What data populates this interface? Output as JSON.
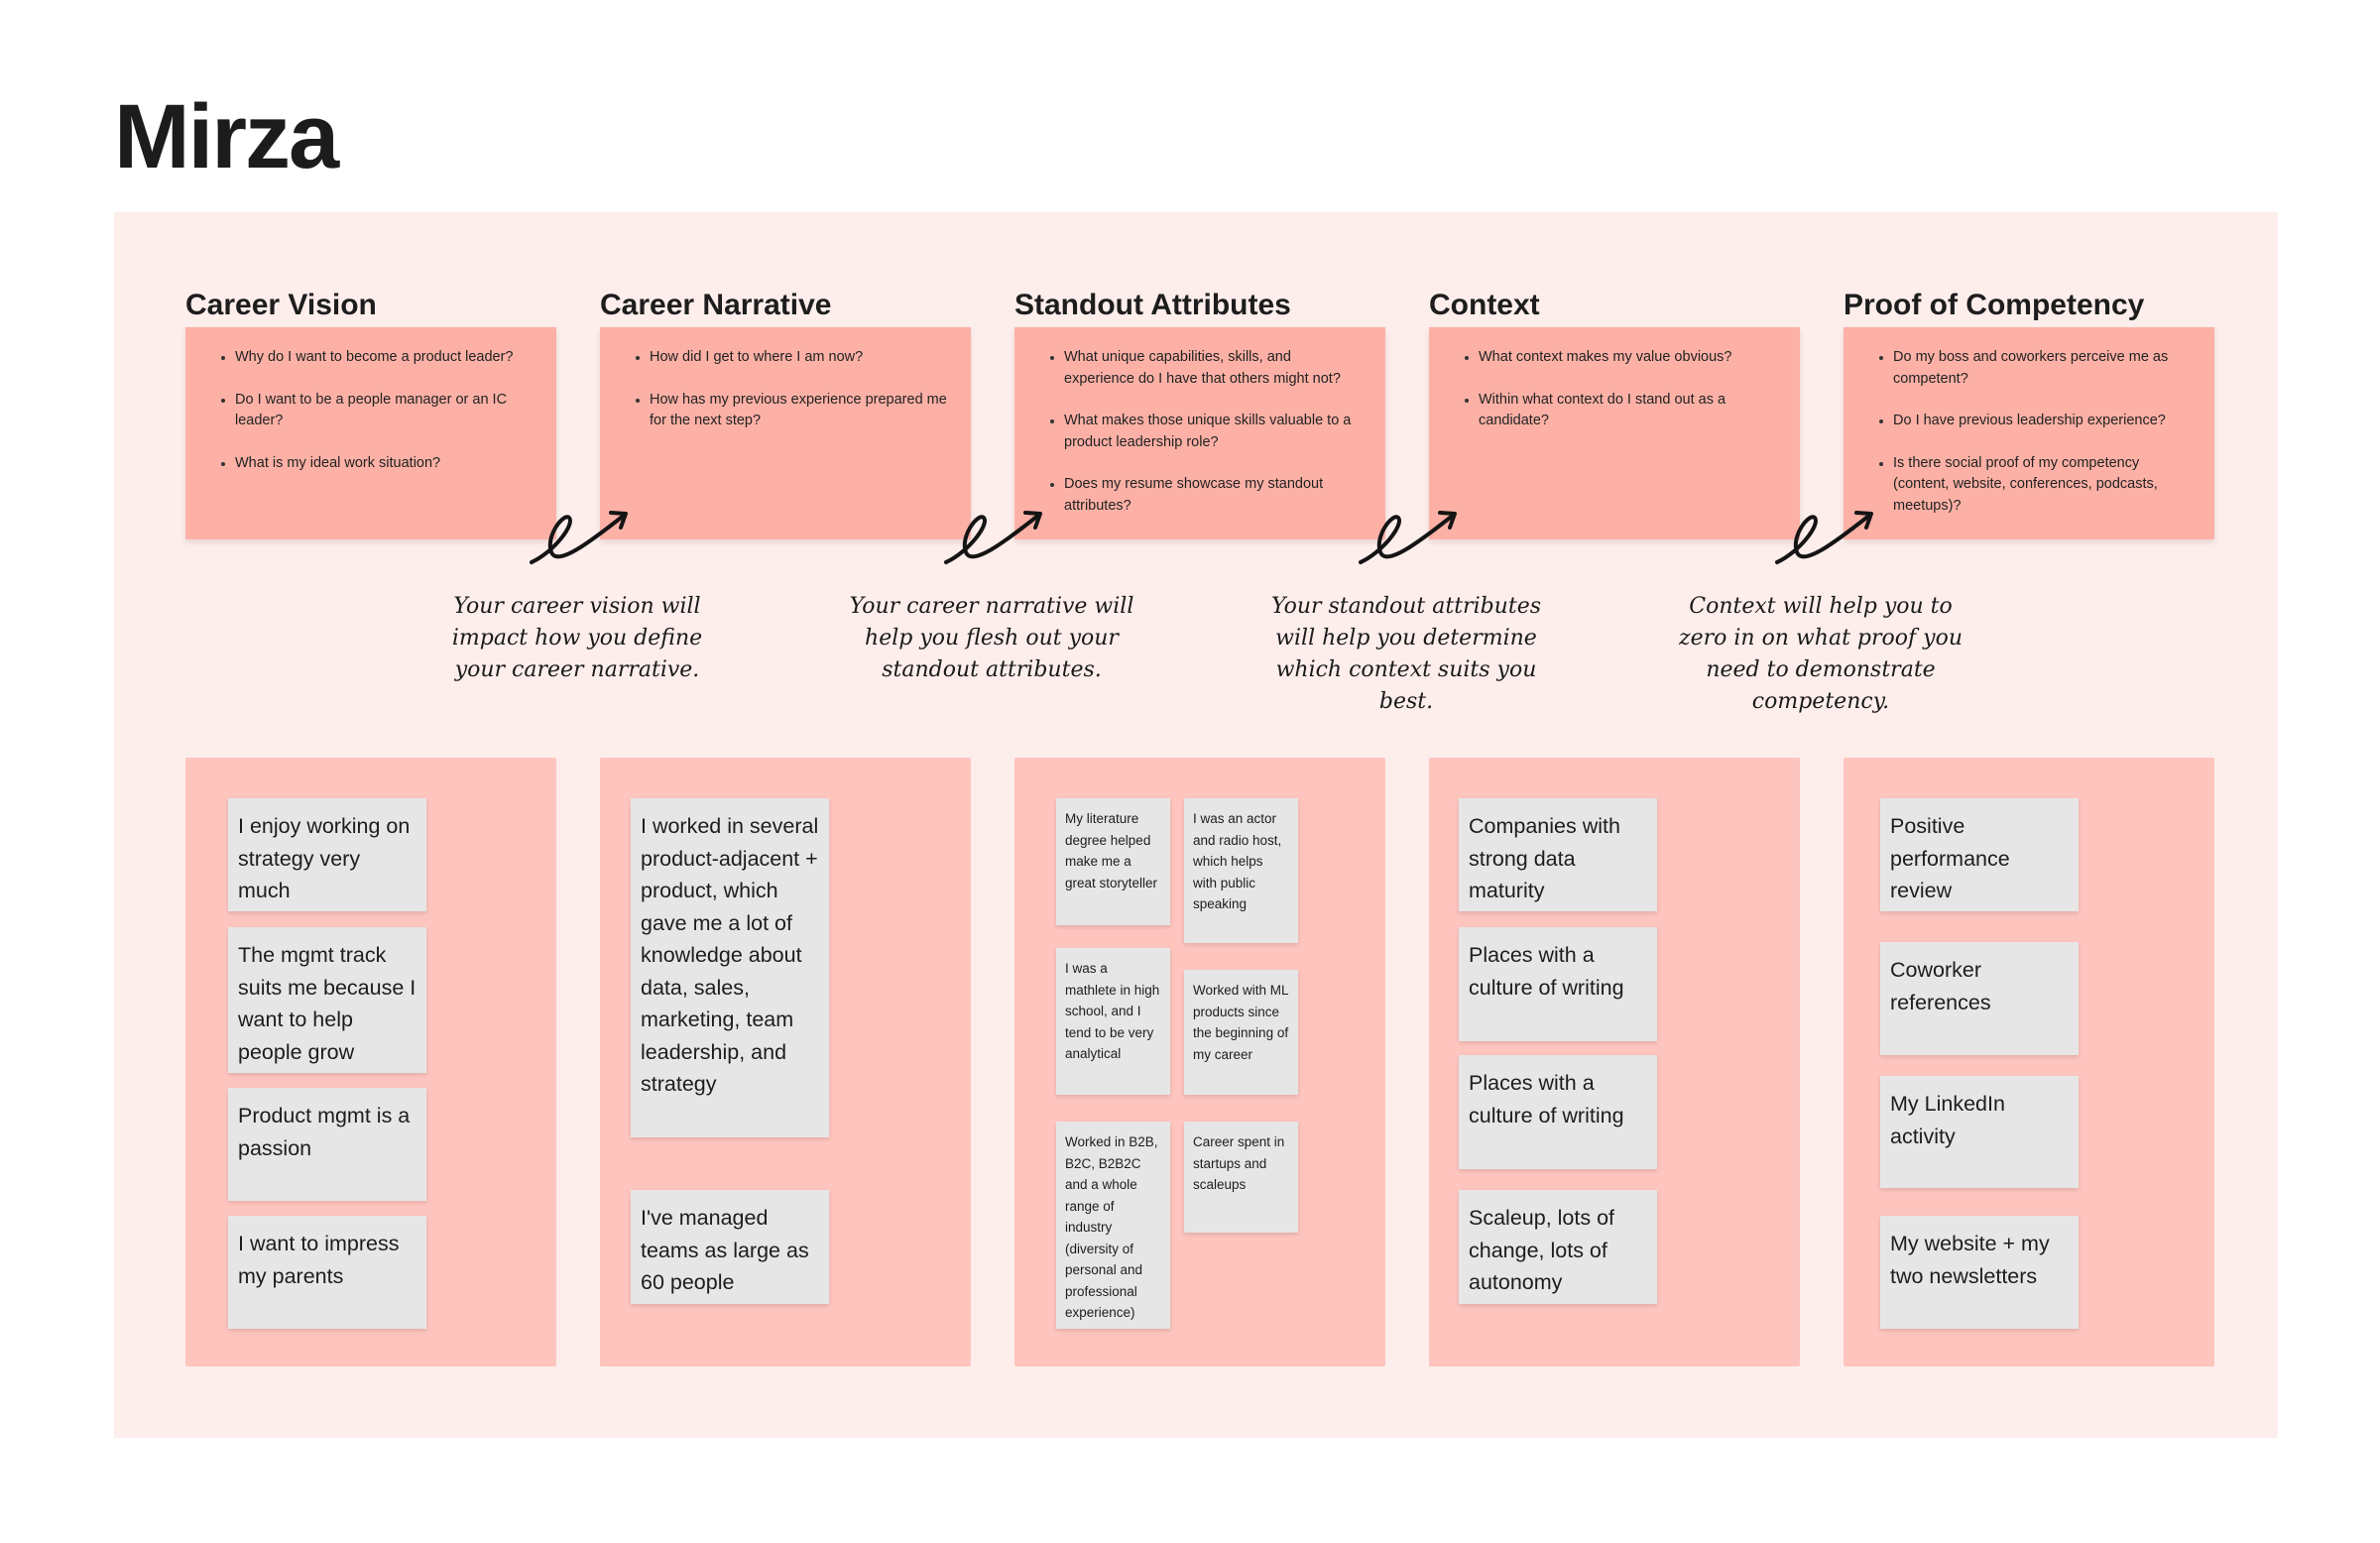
{
  "page": {
    "title": "Mirza"
  },
  "columns": [
    {
      "title": "Career Vision",
      "questions": [
        "Why do I want to become a product leader?",
        "Do I want to be a people manager or an IC leader?",
        "What is my ideal work situation?"
      ],
      "notes": [
        "I enjoy working on strategy very much",
        "The mgmt track suits me because I want to help people grow",
        "Product mgmt is a passion",
        "I want to impress my parents"
      ]
    },
    {
      "title": "Career Narrative",
      "questions": [
        "How did I get to where I am now?",
        "How has my previous experience prepared me for the next step?"
      ],
      "notes": [
        "I worked in several product-adjacent + product, which gave me a lot of knowledge about data, sales, marketing, team leadership, and strategy",
        "I've managed teams as large as 60 people"
      ]
    },
    {
      "title": "Standout Attributes",
      "questions": [
        "What unique capabilities, skills, and experience do I have that others might not?",
        "What makes those unique skills valuable to a product leadership role?",
        "Does my resume showcase my standout attributes?"
      ],
      "notes": [
        "My literature degree helped make me a great storyteller",
        "I was an actor and radio host, which helps with public speaking",
        "I was a mathlete in high school, and I tend to be very analytical",
        "Worked with ML products since the beginning of my career",
        "Worked in B2B, B2C, B2B2C and a whole range of industry (diversity of personal and professional experience)",
        "Career spent in startups and scaleups"
      ]
    },
    {
      "title": "Context",
      "questions": [
        "What context makes my value obvious?",
        "Within what context do I stand out as a candidate?"
      ],
      "notes": [
        "Companies with strong data maturity",
        "Places with a culture of writing",
        "Places with a culture of writing",
        "Scaleup, lots of change, lots of autonomy"
      ]
    },
    {
      "title": "Proof of Competency",
      "questions": [
        "Do my boss and coworkers perceive me as competent?",
        "Do I have previous leadership experience?",
        "Is there social proof of my competency (content, website, conferences, podcasts, meetups)?"
      ],
      "notes": [
        "Positive performance review",
        "Coworker references",
        "My LinkedIn activity",
        "My website + my two newsletters"
      ]
    }
  ],
  "captions": [
    "Your career vision will impact how you define your career narrative.",
    "Your career narrative will help you flesh out your standout attributes.",
    "Your standout attributes will help you determine which context suits you best.",
    "Context will help you to zero in on what proof you need to demonstrate competency."
  ],
  "arrow_icon": "curly-arrow-icon",
  "colors": {
    "board": "#fdeeec",
    "question_card": "#fdb1a6",
    "column_panel": "#fec4be",
    "sticky_note": "#e6e6e6"
  }
}
